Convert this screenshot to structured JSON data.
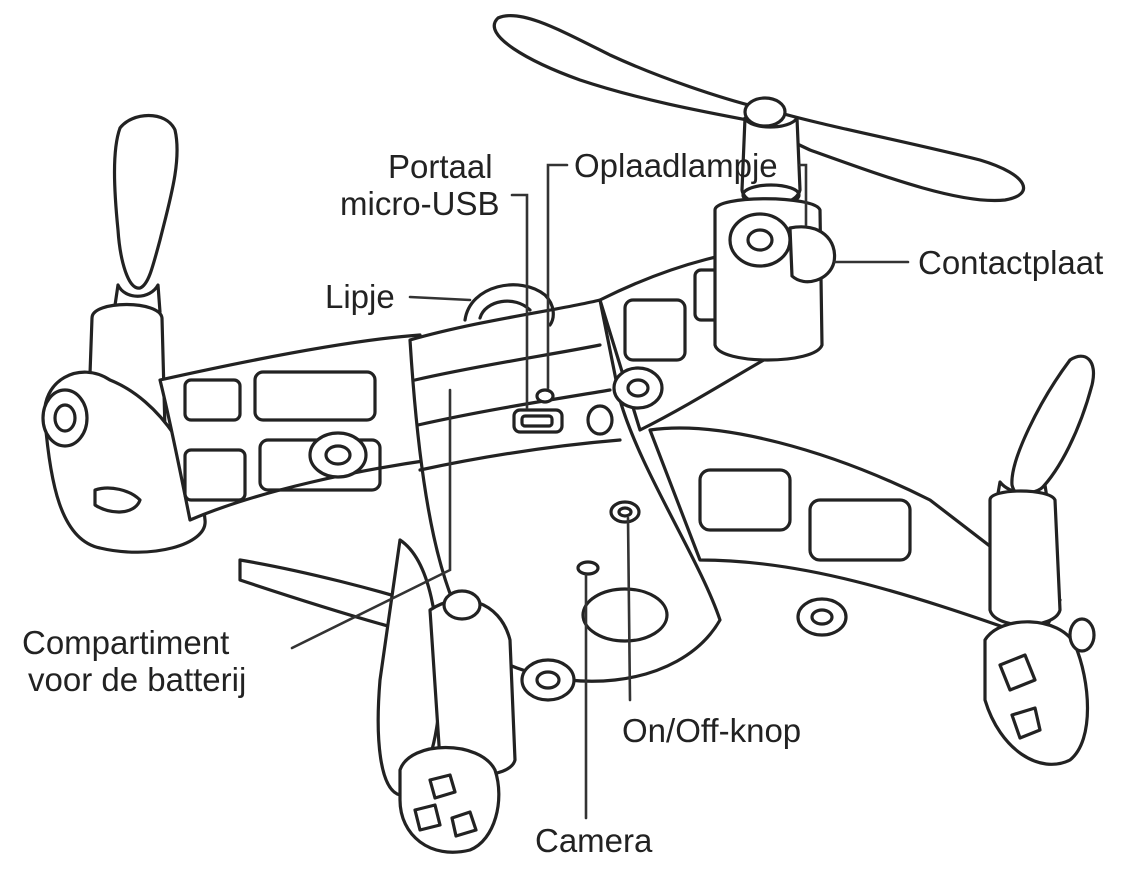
{
  "labels": {
    "portaal": "Portaal",
    "micro_usb": "micro-USB",
    "oplaadlampje": "Oplaadlampje",
    "contactplaat": "Contactplaat",
    "lipje": "Lipje",
    "compartiment": "Compartiment",
    "voor_batterij": "voor de batterij",
    "on_off": "On/Off-knop",
    "camera": "Camera"
  }
}
